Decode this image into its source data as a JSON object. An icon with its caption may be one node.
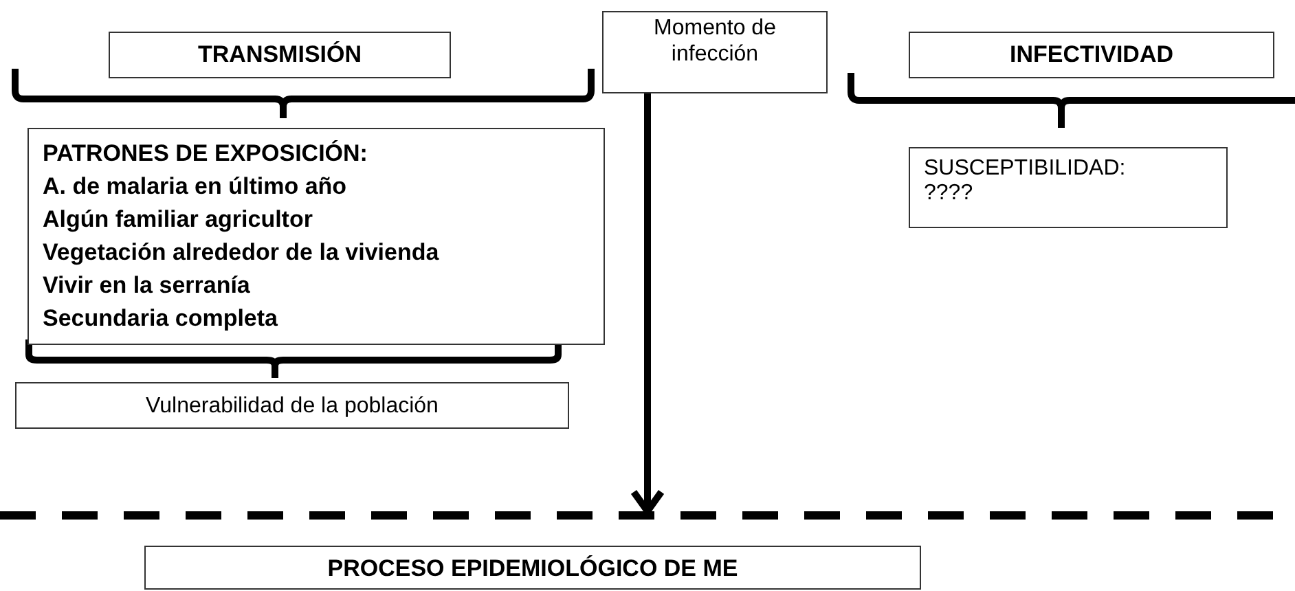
{
  "diagram": {
    "nodes": [
      {
        "text": [
          "TRANSMISIÓN"
        ]
      },
      {
        "text": [
          "Momento de infección"
        ]
      },
      {
        "text": [
          "INFECTIVIDAD"
        ]
      },
      {
        "text": [
          "PATRONES DE EXPOSICIÓN:",
          "A. de malaria en último año",
          "Algún familiar agricultor",
          "Vegetación alrededor de la vivienda",
          "Vivir en la serranía",
          "Secundaria completa"
        ]
      },
      {
        "text": [
          "SUSCEPTIBILIDAD:",
          "????"
        ]
      },
      {
        "text": [
          "Vulnerabilidad de la población"
        ]
      },
      {
        "text": [],
        "shape": "line"
      },
      {
        "text": [
          "PROCESO EPIDEMIOLÓGICO DE ME"
        ]
      }
    ],
    "edges": [
      {
        "from": 1,
        "to": 6,
        "arrow": "to"
      }
    ]
  }
}
